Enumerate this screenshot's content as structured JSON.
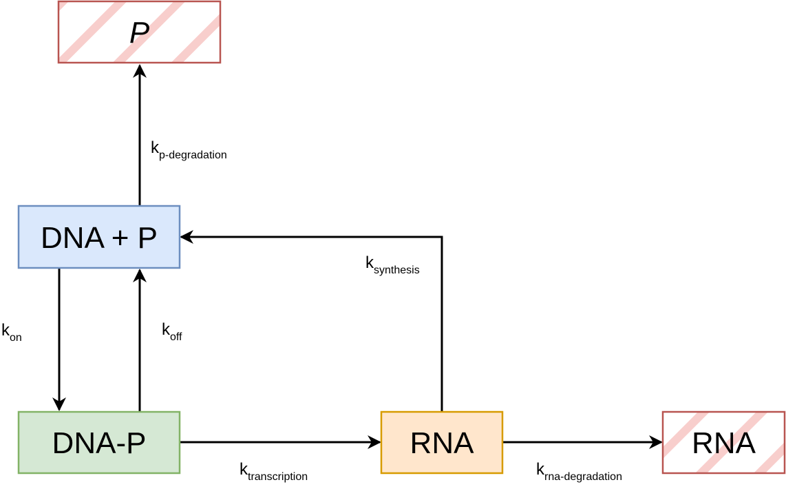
{
  "nodes": {
    "p_degraded": "P",
    "dna_plus_p": "DNA + P",
    "dna_p": "DNA-P",
    "rna": "RNA",
    "rna_degraded": "RNA"
  },
  "rates": {
    "p_degradation": {
      "k": "k",
      "sub": "p-degradation"
    },
    "synthesis": {
      "k": "k",
      "sub": "synthesis"
    },
    "on": {
      "k": "k",
      "sub": "on"
    },
    "off": {
      "k": "k",
      "sub": "off"
    },
    "transcription": {
      "k": "k",
      "sub": "transcription"
    },
    "rna_degradation": {
      "k": "k",
      "sub": "rna-degradation"
    }
  },
  "colors": {
    "dna_plus_p_fill": "#dae8fc",
    "dna_plus_p_stroke": "#6c8ebf",
    "dna_p_fill": "#d5e8d4",
    "dna_p_stroke": "#82b366",
    "rna_fill": "#ffe6cc",
    "rna_stroke": "#d79b00",
    "degraded_stroke": "#b85450",
    "hatch": "#f8cecc"
  }
}
